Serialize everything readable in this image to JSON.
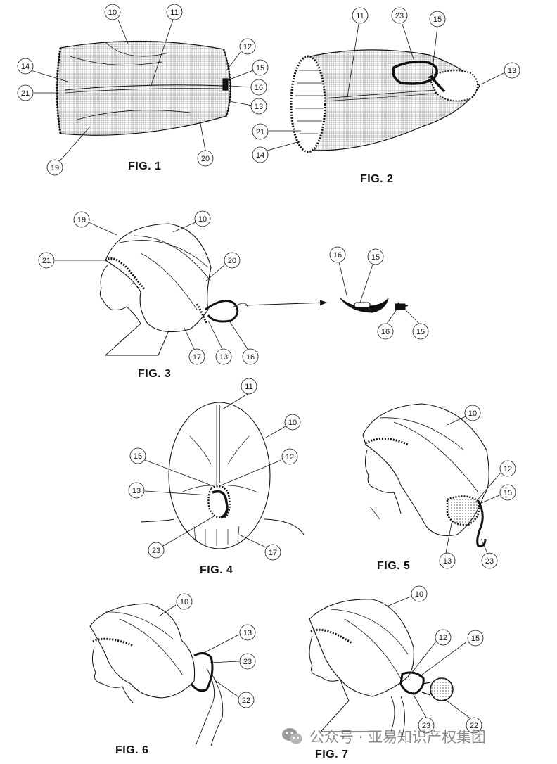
{
  "figures": [
    {
      "id": "fig1",
      "caption": "FIG. 1",
      "refs": [
        "10",
        "11",
        "12",
        "15",
        "16",
        "13",
        "14",
        "21",
        "19",
        "20"
      ]
    },
    {
      "id": "fig2",
      "caption": "FIG. 2",
      "refs": [
        "11",
        "23",
        "15",
        "13",
        "21",
        "14"
      ]
    },
    {
      "id": "fig3",
      "caption": "FIG. 3",
      "refs": [
        "19",
        "10",
        "21",
        "20",
        "17",
        "13",
        "16",
        "16",
        "15",
        "16",
        "15"
      ]
    },
    {
      "id": "fig4",
      "caption": "FIG. 4",
      "refs": [
        "11",
        "10",
        "15",
        "12",
        "13",
        "23",
        "17"
      ]
    },
    {
      "id": "fig5",
      "caption": "FIG. 5",
      "refs": [
        "10",
        "12",
        "15",
        "13",
        "23"
      ]
    },
    {
      "id": "fig6",
      "caption": "FIG. 6",
      "refs": [
        "10",
        "13",
        "23",
        "22"
      ]
    },
    {
      "id": "fig7",
      "caption": "FIG. 7",
      "refs": [
        "10",
        "12",
        "15",
        "23",
        "22"
      ]
    }
  ],
  "watermark": {
    "text": "公众号 · 亚易知识产权集团",
    "icon": "wechat-icon"
  },
  "colors": {
    "ink": "#111111",
    "watermark": "#8a8a8a",
    "background": "#ffffff"
  }
}
